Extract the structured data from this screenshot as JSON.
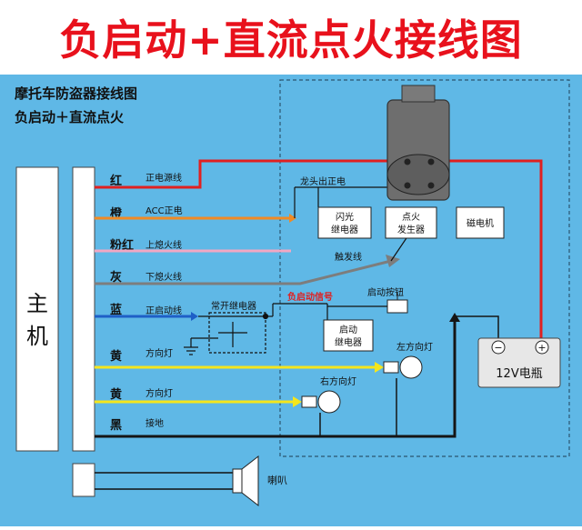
{
  "banner_title": "负启动+直流点火接线图",
  "heading": {
    "line1": "摩托车防盗器接线图",
    "line2": "负启动＋直流点火"
  },
  "main_unit_label": "主机",
  "wires": [
    {
      "color_name": "红",
      "label": "正电源线",
      "color": "#e02020"
    },
    {
      "color_name": "橙",
      "label": "ACC正电",
      "color": "#f08a24"
    },
    {
      "color_name": "粉红",
      "label": "上熄火线",
      "color": "#f2a7c3"
    },
    {
      "color_name": "灰",
      "label": "下熄火线",
      "color": "#7d7d7d"
    },
    {
      "color_name": "蓝",
      "label": "正启动线",
      "color": "#1f5fc7"
    },
    {
      "color_name": "黄",
      "label": "方向灯",
      "color": "#f5e61c"
    },
    {
      "color_name": "黄",
      "label": "方向灯",
      "color": "#f5e61c"
    },
    {
      "color_name": "黑",
      "label": "接地",
      "color": "#151515"
    }
  ],
  "components": {
    "lock_positive": "龙头出正电",
    "flash_relay": [
      "闪光",
      "继电器"
    ],
    "ignition": [
      "点火",
      "发生器"
    ],
    "magneto": "磁电机",
    "trigger_line": "触发线",
    "no_relay": "常开继电器",
    "negative_signal": "负启动信号",
    "start_button": "启动按钮",
    "start_relay": [
      "启动",
      "继电器"
    ],
    "left_lamp": "左方向灯",
    "right_lamp": "右方向灯",
    "battery": "12V电瓶",
    "battery_neg": "−",
    "battery_pos": "+",
    "speaker": "喇叭"
  },
  "colors": {
    "banner_text": "#e8111c",
    "panel_bg": "#5fb8e6",
    "negative_signal_text": "#e02020"
  }
}
